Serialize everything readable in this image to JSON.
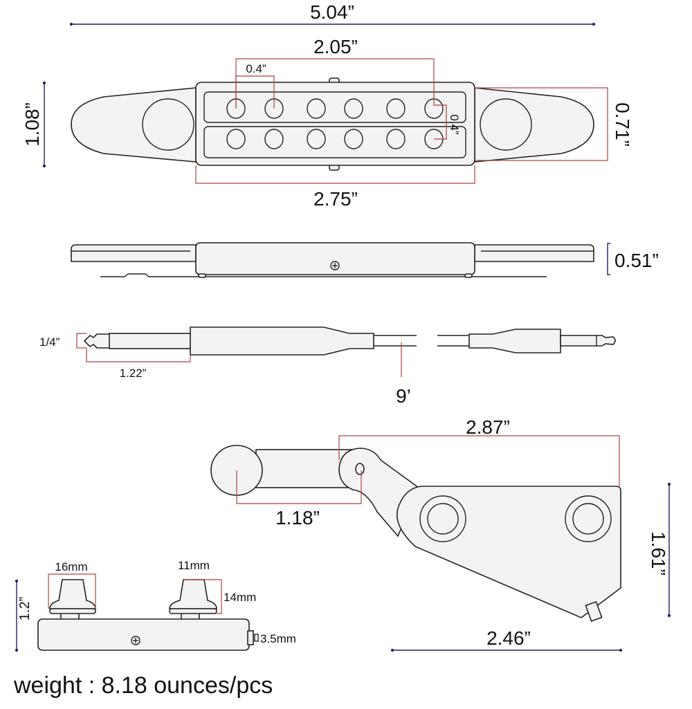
{
  "top_view": {
    "overall_length": "5.04”",
    "pole_span": "2.05”",
    "pole_spacing": "0.4”",
    "row_spacing": "0.4”",
    "height": "1.08”",
    "row_height": "0.71”",
    "body_length": "2.75”"
  },
  "side_view": {
    "thickness": "0.51”"
  },
  "cable": {
    "jack_size": "1/4”",
    "jack_length": "1.22”",
    "cable_length": "9’"
  },
  "mount": {
    "arm_length": "2.87”",
    "pad_offset": "1.18”",
    "plate_height": "1.61”",
    "plate_width": "2.46”"
  },
  "preamp": {
    "knob_large": "16mm",
    "knob_small": "11mm",
    "knob_height": "14mm",
    "height": "1.2”",
    "jack": "3.5mm"
  },
  "footer": {
    "weight": "weight : 8.18 ounces/pcs"
  },
  "colors": {
    "dimension_red": "#b04040",
    "dimension_blue": "#1e1e6a",
    "part_fill": "#f3f3f3"
  }
}
